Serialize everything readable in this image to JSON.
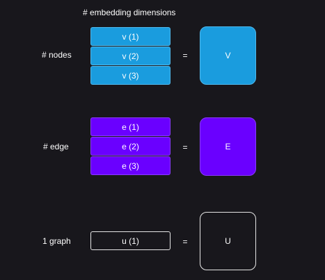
{
  "header": {
    "embedding_dims": "# embedding dimensions"
  },
  "rows": {
    "nodes": {
      "label": "# nodes",
      "cells": [
        "v (1)",
        "v (2)",
        "v (3)"
      ],
      "equals": "=",
      "result": "V"
    },
    "edge": {
      "label": "# edge",
      "cells": [
        "e (1)",
        "e (2)",
        "e (3)"
      ],
      "equals": "=",
      "result": "E"
    },
    "graph": {
      "label": "1 graph",
      "cells": [
        "u (1)"
      ],
      "equals": "=",
      "result": "U"
    }
  },
  "colors": {
    "background": "#18171c",
    "node_blue": "#1a9cde",
    "edge_purple": "#6a00ff",
    "graph_outline": "#e6e6e6"
  }
}
